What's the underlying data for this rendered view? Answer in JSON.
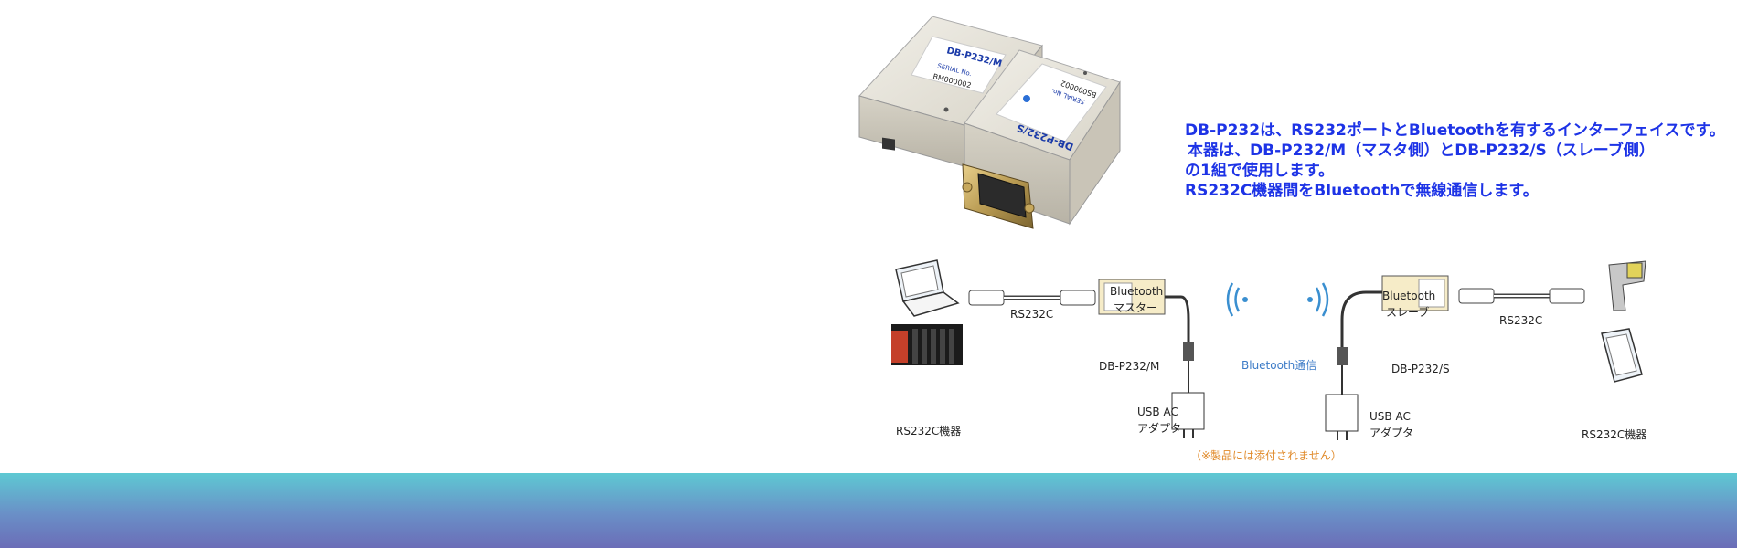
{
  "description": {
    "line1": "DB-P232は、RS232ポートとBluetoothを有するインターフェイスです。",
    "line2": "本器は、DB-P232/M（マスタ側）とDB-P232/S（スレーブ側）",
    "line3": "の1組で使用します。",
    "line4": "RS232C機器間をBluetoothで無線通信します。"
  },
  "product_photo": {
    "master_label": "DB-P232/M",
    "master_serial_caption": "SERIAL No.",
    "master_serial": "BM000002",
    "slave_label": "DB-P232/S",
    "slave_serial_caption": "SERIAL No.",
    "slave_serial": "BS000002"
  },
  "diagram": {
    "rs232c_left": "RS232C",
    "bt_master_top": "Bluetooth",
    "bt_master_bottom": "マスター",
    "master_name": "DB-P232/M",
    "bt_comm": "Bluetooth通信",
    "bt_slave_top": "Bluetooth",
    "bt_slave_bottom": "スレーブ",
    "slave_name": "DB-P232/S",
    "rs232c_right": "RS232C",
    "usb_left_1": "USB AC",
    "usb_left_2": "アダプタ",
    "usb_right_1": "USB AC",
    "usb_right_2": "アダプタ",
    "device_left": "RS232C機器",
    "device_right": "RS232C機器",
    "note": "（※製品には添付されません）"
  },
  "colors": {
    "band_top": "#5ec9d3",
    "band_bottom": "#6b6db7",
    "description_text": "#1d33e6"
  }
}
